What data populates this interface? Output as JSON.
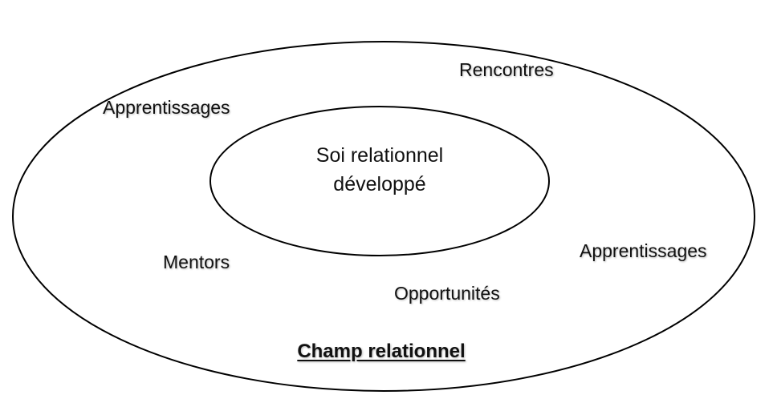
{
  "outer_ellipse": {
    "title": "Champ relationnel",
    "labels": [
      "Rencontres",
      "Apprentissages",
      "Apprentissages",
      "Mentors",
      "Opportunités"
    ]
  },
  "inner_ellipse": {
    "lines": [
      "Soi relationnel",
      "développé"
    ]
  },
  "colors": {
    "stroke": "#000000",
    "text": "#111111",
    "background": "#ffffff"
  }
}
